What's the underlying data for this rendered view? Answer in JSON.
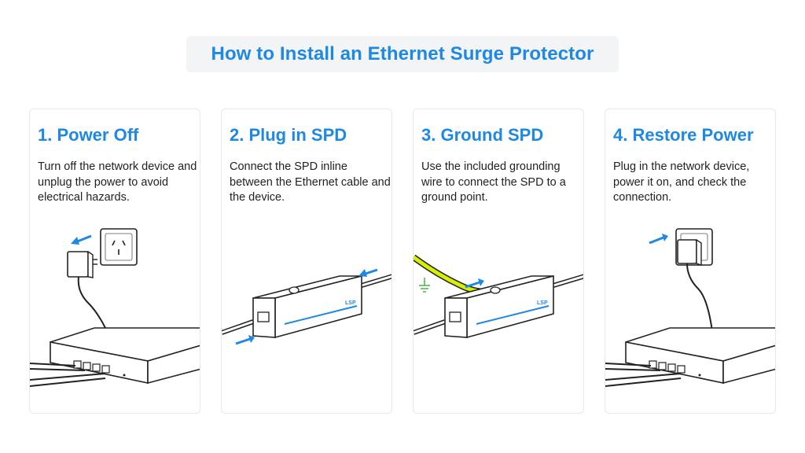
{
  "title": "How to Install an Ethernet Surge Protector",
  "steps": [
    {
      "title": "1. Power Off",
      "description": "Turn off the network device and unplug the power to avoid electrical hazards."
    },
    {
      "title": "2. Plug in SPD",
      "description": "Connect the SPD inline between the Ethernet cable and the device."
    },
    {
      "title": "3. Ground SPD",
      "description": "Use the included grounding wire to connect the SPD to a ground point."
    },
    {
      "title": "4. Restore Power",
      "description": "Plug in the network device, power it on, and check the connection."
    }
  ],
  "device_label": "LSP",
  "colors": {
    "accent": "#1e88e5",
    "arrow": "#1e88e5",
    "ground_wire": "#d7f000",
    "card_border": "#e7e9ec",
    "title_bg": "#f2f4f6"
  }
}
